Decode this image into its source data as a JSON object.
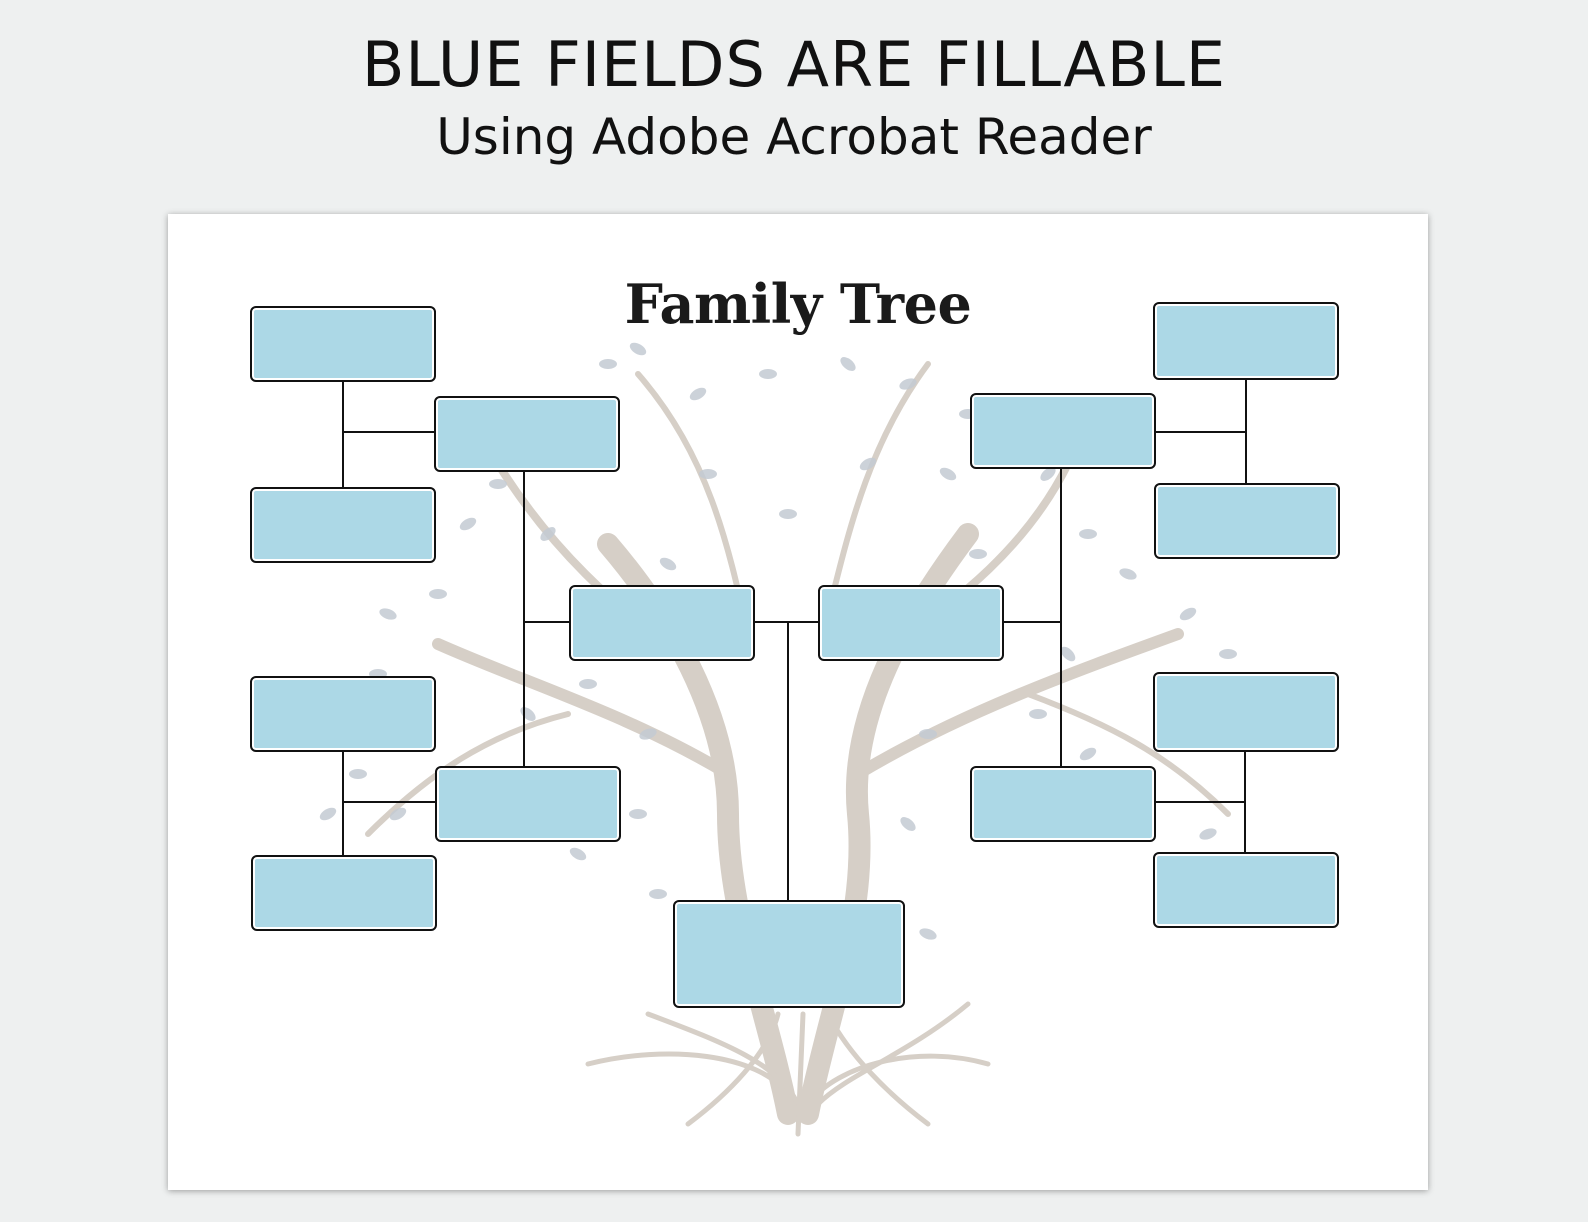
{
  "header": {
    "title": "BLUE FIELDS ARE FILLABLE",
    "subtitle": "Using Adobe Acrobat Reader"
  },
  "sheet": {
    "title": "Family Tree"
  },
  "colors": {
    "field_fill": "#acd8e6",
    "field_border": "#111111",
    "connector": "#111111",
    "trunk": "#d9d2cb",
    "leaf": "#c3cad3",
    "background": "#eef0f0"
  },
  "fields": [
    {
      "id": "self",
      "value": ""
    },
    {
      "id": "parent-1",
      "value": ""
    },
    {
      "id": "parent-2",
      "value": ""
    },
    {
      "id": "grandparent-1",
      "value": ""
    },
    {
      "id": "grandparent-2",
      "value": ""
    },
    {
      "id": "grandparent-3",
      "value": ""
    },
    {
      "id": "grandparent-4",
      "value": ""
    },
    {
      "id": "great-grandparent-1",
      "value": ""
    },
    {
      "id": "great-grandparent-2",
      "value": ""
    },
    {
      "id": "great-grandparent-3",
      "value": ""
    },
    {
      "id": "great-grandparent-4",
      "value": ""
    },
    {
      "id": "great-grandparent-5",
      "value": ""
    },
    {
      "id": "great-grandparent-6",
      "value": ""
    },
    {
      "id": "great-grandparent-7",
      "value": ""
    },
    {
      "id": "great-grandparent-8",
      "value": ""
    }
  ]
}
